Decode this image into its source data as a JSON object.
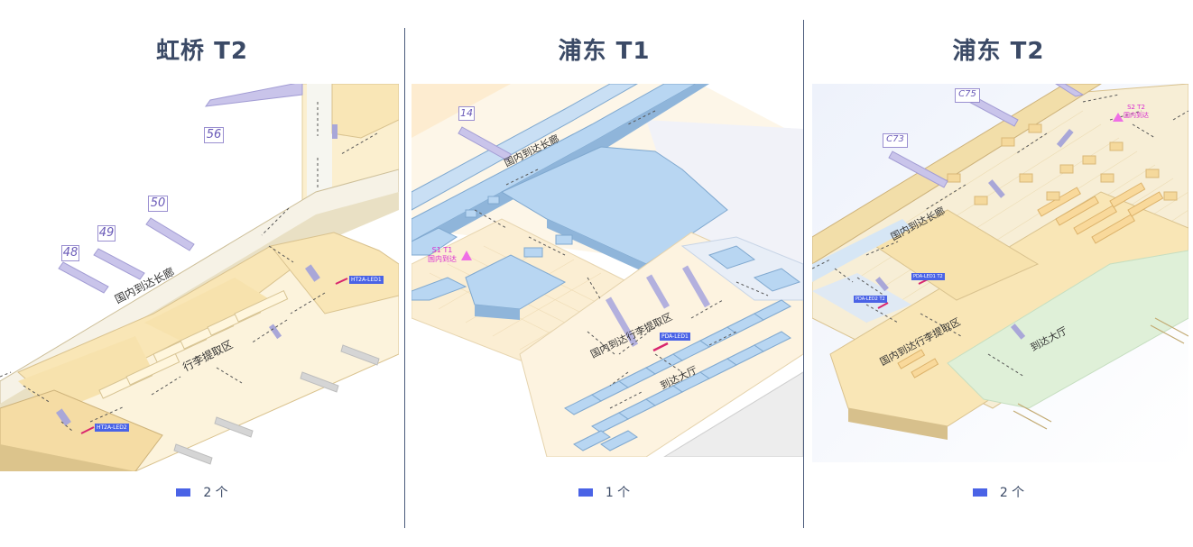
{
  "colors": {
    "title": "#3b4a66",
    "legend_swatch": "#4a63e6",
    "hq_building": "#f9e9bf",
    "hq_building_edge": "#d9c28e",
    "hq_floor": "#fcf4e1",
    "pd1_building": "#b8d6f2",
    "pd1_building_edge": "#7fa8cf",
    "pd2_floor": "#f7eed6",
    "pd2_green": "#dff0d8",
    "pier": "#c9c4ea",
    "label_text": "#333333",
    "led_badge": "#4a63e6",
    "s1_text": "#d92cd0"
  },
  "panels": [
    {
      "title": "虹桥 T2",
      "legend_count": "2 个",
      "map": {
        "gates": [
          "48",
          "49",
          "50",
          "56"
        ],
        "areas": [
          "国内到达长廊",
          "行李提取区"
        ],
        "led_badges": [
          "HT2A-LED1",
          "HT2A-LED2"
        ]
      }
    },
    {
      "title": "浦东 T1",
      "legend_count": "1 个",
      "map": {
        "gates": [
          "14"
        ],
        "areas": [
          "国内到达长廊",
          "国内到达行李提取区",
          "到达大厅"
        ],
        "led_badges": [
          "PDA-LED1"
        ],
        "transfer_line1": "S1  T1",
        "transfer_line2": "国内到达"
      }
    },
    {
      "title": "浦东 T2",
      "legend_count": "2 个",
      "map": {
        "gates": [
          "C75",
          "C73"
        ],
        "areas": [
          "国内到达长廊",
          "国内到达行李提取区",
          "到达大厅"
        ],
        "led_badges": [
          "PDA-LED1 T2",
          "PDA-LED2 T2"
        ],
        "transfer_line1": "S2    T2",
        "transfer_line2": "国内到达"
      }
    }
  ]
}
